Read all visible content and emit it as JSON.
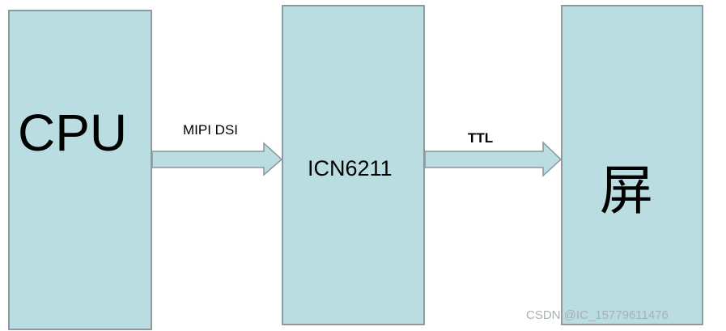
{
  "blocks": {
    "cpu": {
      "label": "CPU"
    },
    "icn": {
      "label": "ICN6211"
    },
    "screen": {
      "label": "屏"
    }
  },
  "connections": {
    "mipi": {
      "label": "MIPI DSI"
    },
    "ttl": {
      "label": "TTL"
    }
  },
  "watermark": "CSDN @IC_15779611476",
  "colors": {
    "block_fill": "#b9dde1",
    "block_border": "#8f9aa0",
    "arrow_fill": "#b9dde1",
    "arrow_border": "#8a969c",
    "watermark": "#a8b0b5"
  }
}
